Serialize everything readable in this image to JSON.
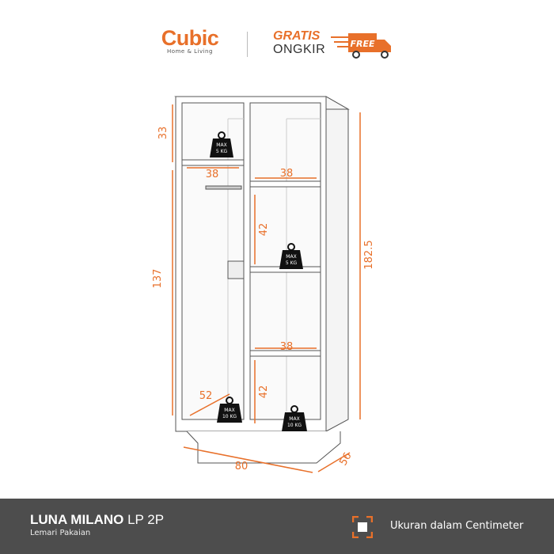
{
  "header": {
    "brand": "Cubic",
    "brand_tagline": "Home & Living",
    "promo_line1": "GRATIS",
    "promo_line2": "ONGKIR",
    "truck_label": "FREE"
  },
  "dimensions": {
    "top_compartment_height": "33",
    "hanging_height": "137",
    "total_height": "182.5",
    "left_width": "38",
    "right_width_top": "38",
    "right_width_bottom": "38",
    "shelf_gap_upper": "42",
    "shelf_gap_lower": "42",
    "inner_depth": "52",
    "total_width": "80",
    "total_depth": "56"
  },
  "weights": [
    {
      "line1": "MAX",
      "line2": "5 KG"
    },
    {
      "line1": "MAX",
      "line2": "5 KG"
    },
    {
      "line1": "MAX",
      "line2": "10 KG"
    },
    {
      "line1": "MAX",
      "line2": "10 KG"
    }
  ],
  "footer": {
    "product_name": "LUNA MILANO",
    "product_model": "LP 2P",
    "product_type": "Lemari Pakaian",
    "unit_note": "Ukuran dalam Centimeter"
  },
  "colors": {
    "accent": "#e8702a",
    "footer_bg": "#4d4d4d"
  }
}
